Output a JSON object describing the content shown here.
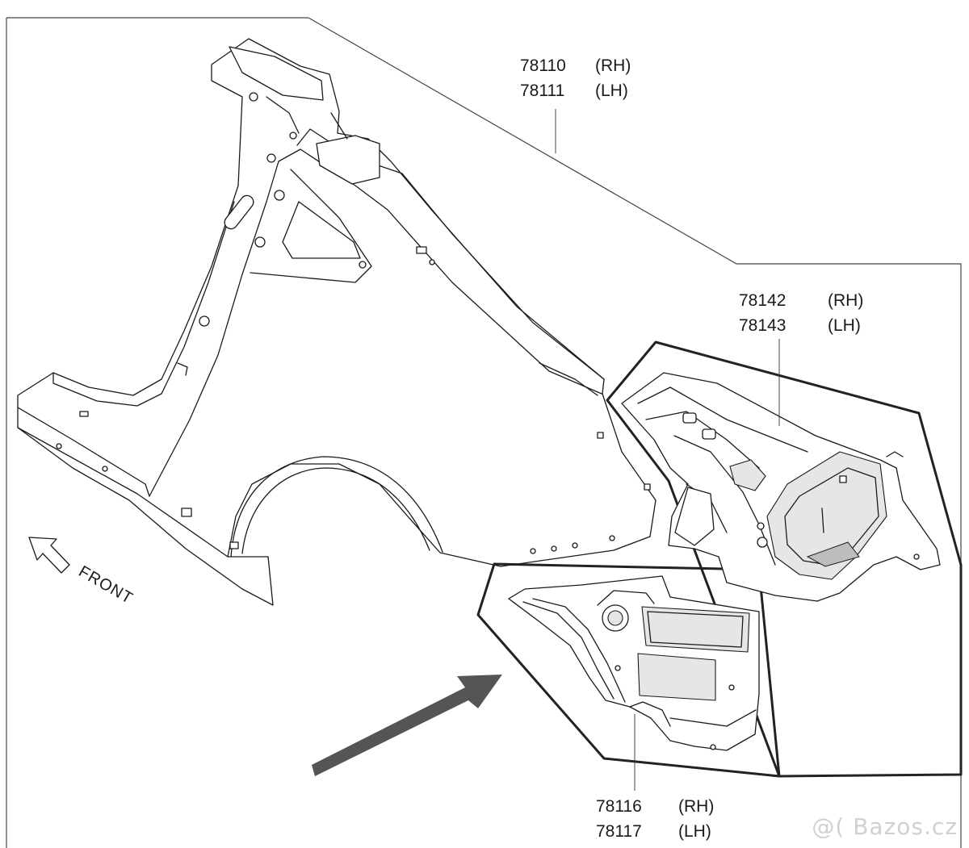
{
  "callouts": {
    "quarter_panel": {
      "rh_number": "78110",
      "rh_side": "(RH)",
      "lh_number": "78111",
      "lh_side": "(LH)"
    },
    "wheelhouse_inner": {
      "rh_number": "78142",
      "rh_side": "(RH)",
      "lh_number": "78143",
      "lh_side": "(LH)"
    },
    "wheelhouse_extension": {
      "rh_number": "78116",
      "rh_side": "(RH)",
      "lh_number": "78117",
      "lh_side": "(LH)"
    }
  },
  "direction_label": "FRONT",
  "watermark": "@( Bazos.cz",
  "colors": {
    "line": "#1a1a1a",
    "highlight_arrow": "#555555",
    "panel_shade": "#e6e6e6"
  }
}
